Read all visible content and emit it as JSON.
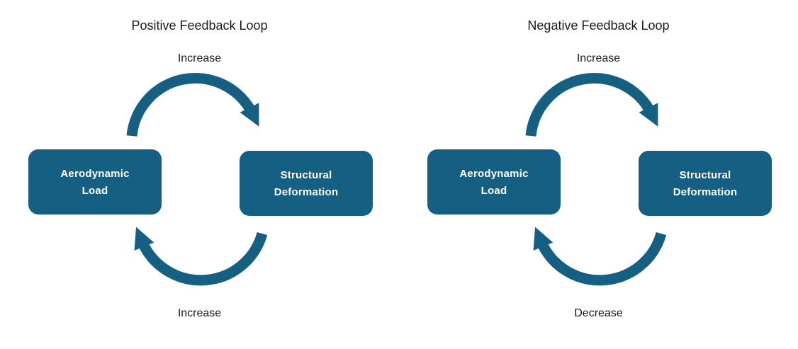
{
  "colors": {
    "box_fill": "#156082",
    "arrow": "#156082",
    "box_text": "#ffffff",
    "label_text": "#1a1a1a"
  },
  "diagrams": [
    {
      "id": "positive",
      "title": "Positive Feedback Loop",
      "top_label": "Increase",
      "bottom_label": "Increase",
      "left_box": {
        "line1": "Aerodynamic",
        "line2": "Load"
      },
      "right_box": {
        "line1": "Structural",
        "line2": "Deformation"
      }
    },
    {
      "id": "negative",
      "title": "Negative Feedback Loop",
      "top_label": "Increase",
      "bottom_label": "Decrease",
      "left_box": {
        "line1": "Aerodynamic",
        "line2": "Load"
      },
      "right_box": {
        "line1": "Structural",
        "line2": "Deformation"
      }
    }
  ]
}
